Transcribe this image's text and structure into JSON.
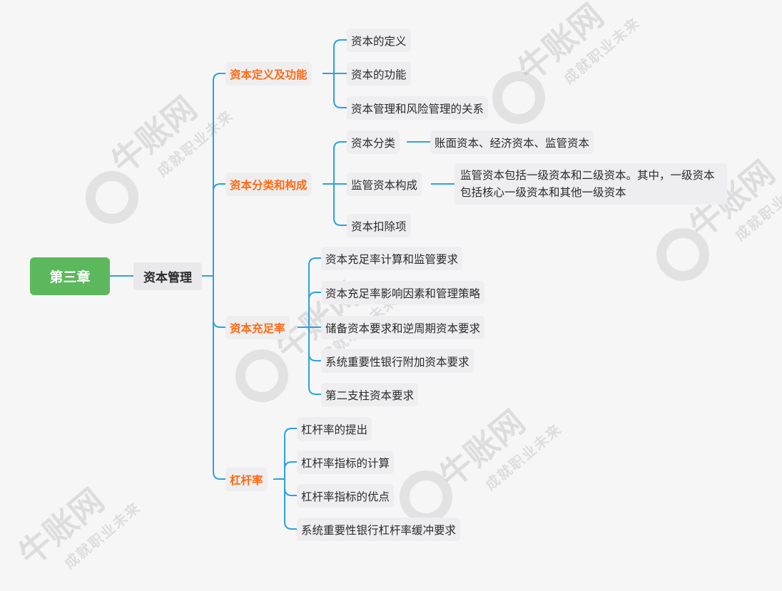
{
  "root": "第三章",
  "main": "资本管理",
  "watermark": {
    "brand": "牛账网",
    "slogan": "成就职业未来"
  },
  "sections": [
    {
      "label": "资本定义及功能",
      "children": [
        "资本的定义",
        "资本的功能",
        "资本管理和风险管理的关系"
      ]
    },
    {
      "label": "资本分类和构成",
      "children": [
        "资本分类",
        "监管资本构成",
        "资本扣除项"
      ],
      "details": {
        "capital_types": "账面资本、经济资本、监管资本",
        "regulatory_capital": "监管资本包括一级资本和二级资本。其中，一级资本包括核心一级资本和其他一级资本"
      }
    },
    {
      "label": "资本充足率",
      "children": [
        "资本充足率计算和监管要求",
        "资本充足率影响因素和管理策略",
        "储备资本要求和逆周期资本要求",
        "系统重要性银行附加资本要求",
        "第二支柱资本要求"
      ]
    },
    {
      "label": "杠杆率",
      "children": [
        "杠杆率的提出",
        "杠杆率指标的计算",
        "杠杆率指标的优点",
        "系统重要性银行杠杆率缓冲要求"
      ]
    }
  ],
  "colors": {
    "root_bg": "#5cb85c",
    "section_text": "#ff6a13",
    "line": "#2aa3df",
    "node_bg": "#eeedef"
  }
}
